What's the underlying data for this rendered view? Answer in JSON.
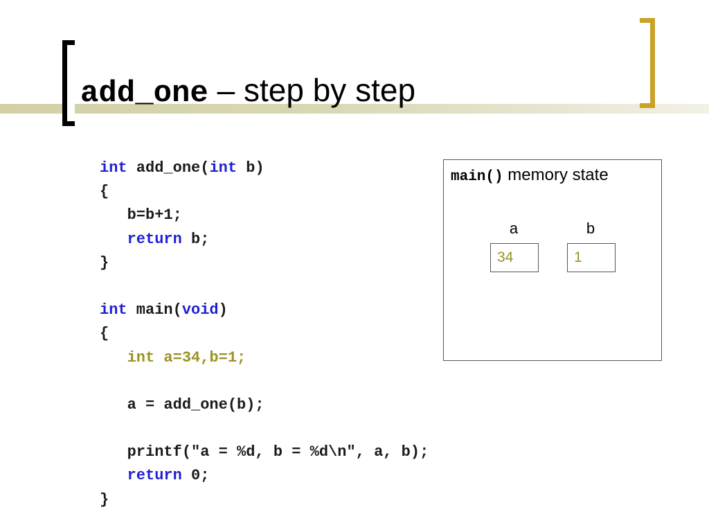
{
  "slide": {
    "title_code": "add_one",
    "title_text": " – step by step"
  },
  "code": {
    "lines": [
      [
        {
          "t": "int",
          "c": "kw"
        },
        {
          "t": " add_one("
        },
        {
          "t": "int",
          "c": "kw"
        },
        {
          "t": " b)"
        }
      ],
      [
        {
          "t": "{"
        }
      ],
      [
        {
          "t": "   b=b+1;"
        }
      ],
      [
        {
          "t": "   "
        },
        {
          "t": "return",
          "c": "kw"
        },
        {
          "t": " b;"
        }
      ],
      [
        {
          "t": "}"
        }
      ],
      [
        {
          "t": ""
        }
      ],
      [
        {
          "t": "int",
          "c": "kw"
        },
        {
          "t": " main("
        },
        {
          "t": "void",
          "c": "kw"
        },
        {
          "t": ")"
        }
      ],
      [
        {
          "t": "{"
        }
      ],
      [
        {
          "t": "   "
        },
        {
          "t": "int a=34,b=1;",
          "c": "hl"
        }
      ],
      [
        {
          "t": ""
        }
      ],
      [
        {
          "t": "   a = add_one(b);"
        }
      ],
      [
        {
          "t": ""
        }
      ],
      [
        {
          "t": "   printf(\"a = %d, b = %d\\n\", a, b);"
        }
      ],
      [
        {
          "t": "   "
        },
        {
          "t": "return",
          "c": "kw"
        },
        {
          "t": " 0;"
        }
      ],
      [
        {
          "t": "}"
        }
      ]
    ]
  },
  "memory": {
    "function_name": "main()",
    "title_suffix": " memory state",
    "vars": [
      {
        "name": "a",
        "value": "34"
      },
      {
        "name": "b",
        "value": "1"
      }
    ]
  },
  "colors": {
    "keyword": "#1f1fd6",
    "highlight": "#9c9224",
    "accent_bracket": "#c9a227"
  }
}
